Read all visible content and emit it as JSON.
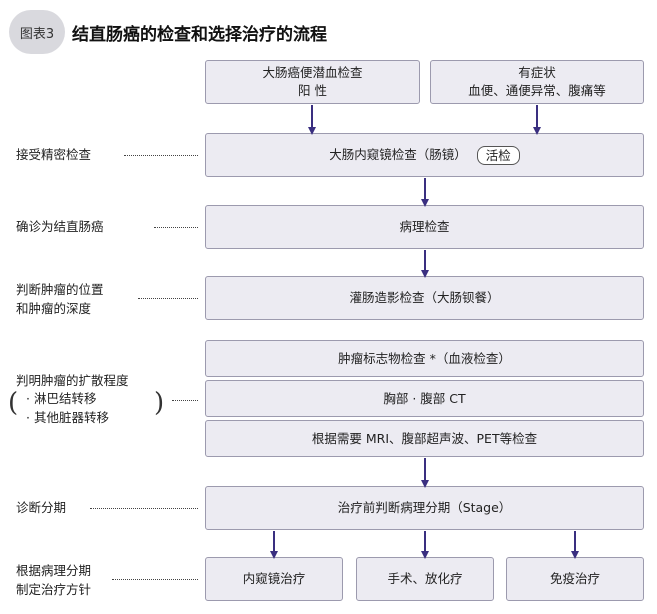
{
  "figure": {
    "badge": "图表3",
    "title": "结直肠癌的检查和选择治疗的流程"
  },
  "boxes": {
    "fobt_line1": "大肠癌便潜血检查",
    "fobt_line2": "阳 性",
    "symptom_line1": "有症状",
    "symptom_line2": "血便、通便异常、腹痛等",
    "colonoscopy": "大肠内窥镜检查（肠镜）",
    "biopsy": "活检",
    "pathology": "病理检查",
    "barium": "灌肠造影检查（大肠钡餐）",
    "tumor_marker": "肿瘤标志物检查 *（血液检查）",
    "chest_abdomen_ct": "胸部 · 腹部 CT",
    "mri_us_pet": "根据需要 MRI、腹部超声波、PET等检查",
    "staging": "治疗前判断病理分期（Stage）",
    "endoscopic": "内窥镜治疗",
    "surgery": "手术、放化疗",
    "immuno": "免疫治疗"
  },
  "labels": {
    "detailed_exam": "接受精密检查",
    "diagnosis": "确诊为结直肠癌",
    "tumor_pos_1": "判断肿瘤的位置",
    "tumor_pos_2": "和肿瘤的深度",
    "spread_1": "判明肿瘤的扩散程度",
    "spread_2": "· 淋巴结转移",
    "spread_3": "· 其他脏器转移",
    "stage_dx": "诊断分期",
    "plan_1": "根据病理分期",
    "plan_2": "制定治疗方针"
  },
  "colors": {
    "box_fill": "#ecebf2",
    "box_border": "#9c9aae",
    "arrow": "#3a2f80"
  }
}
